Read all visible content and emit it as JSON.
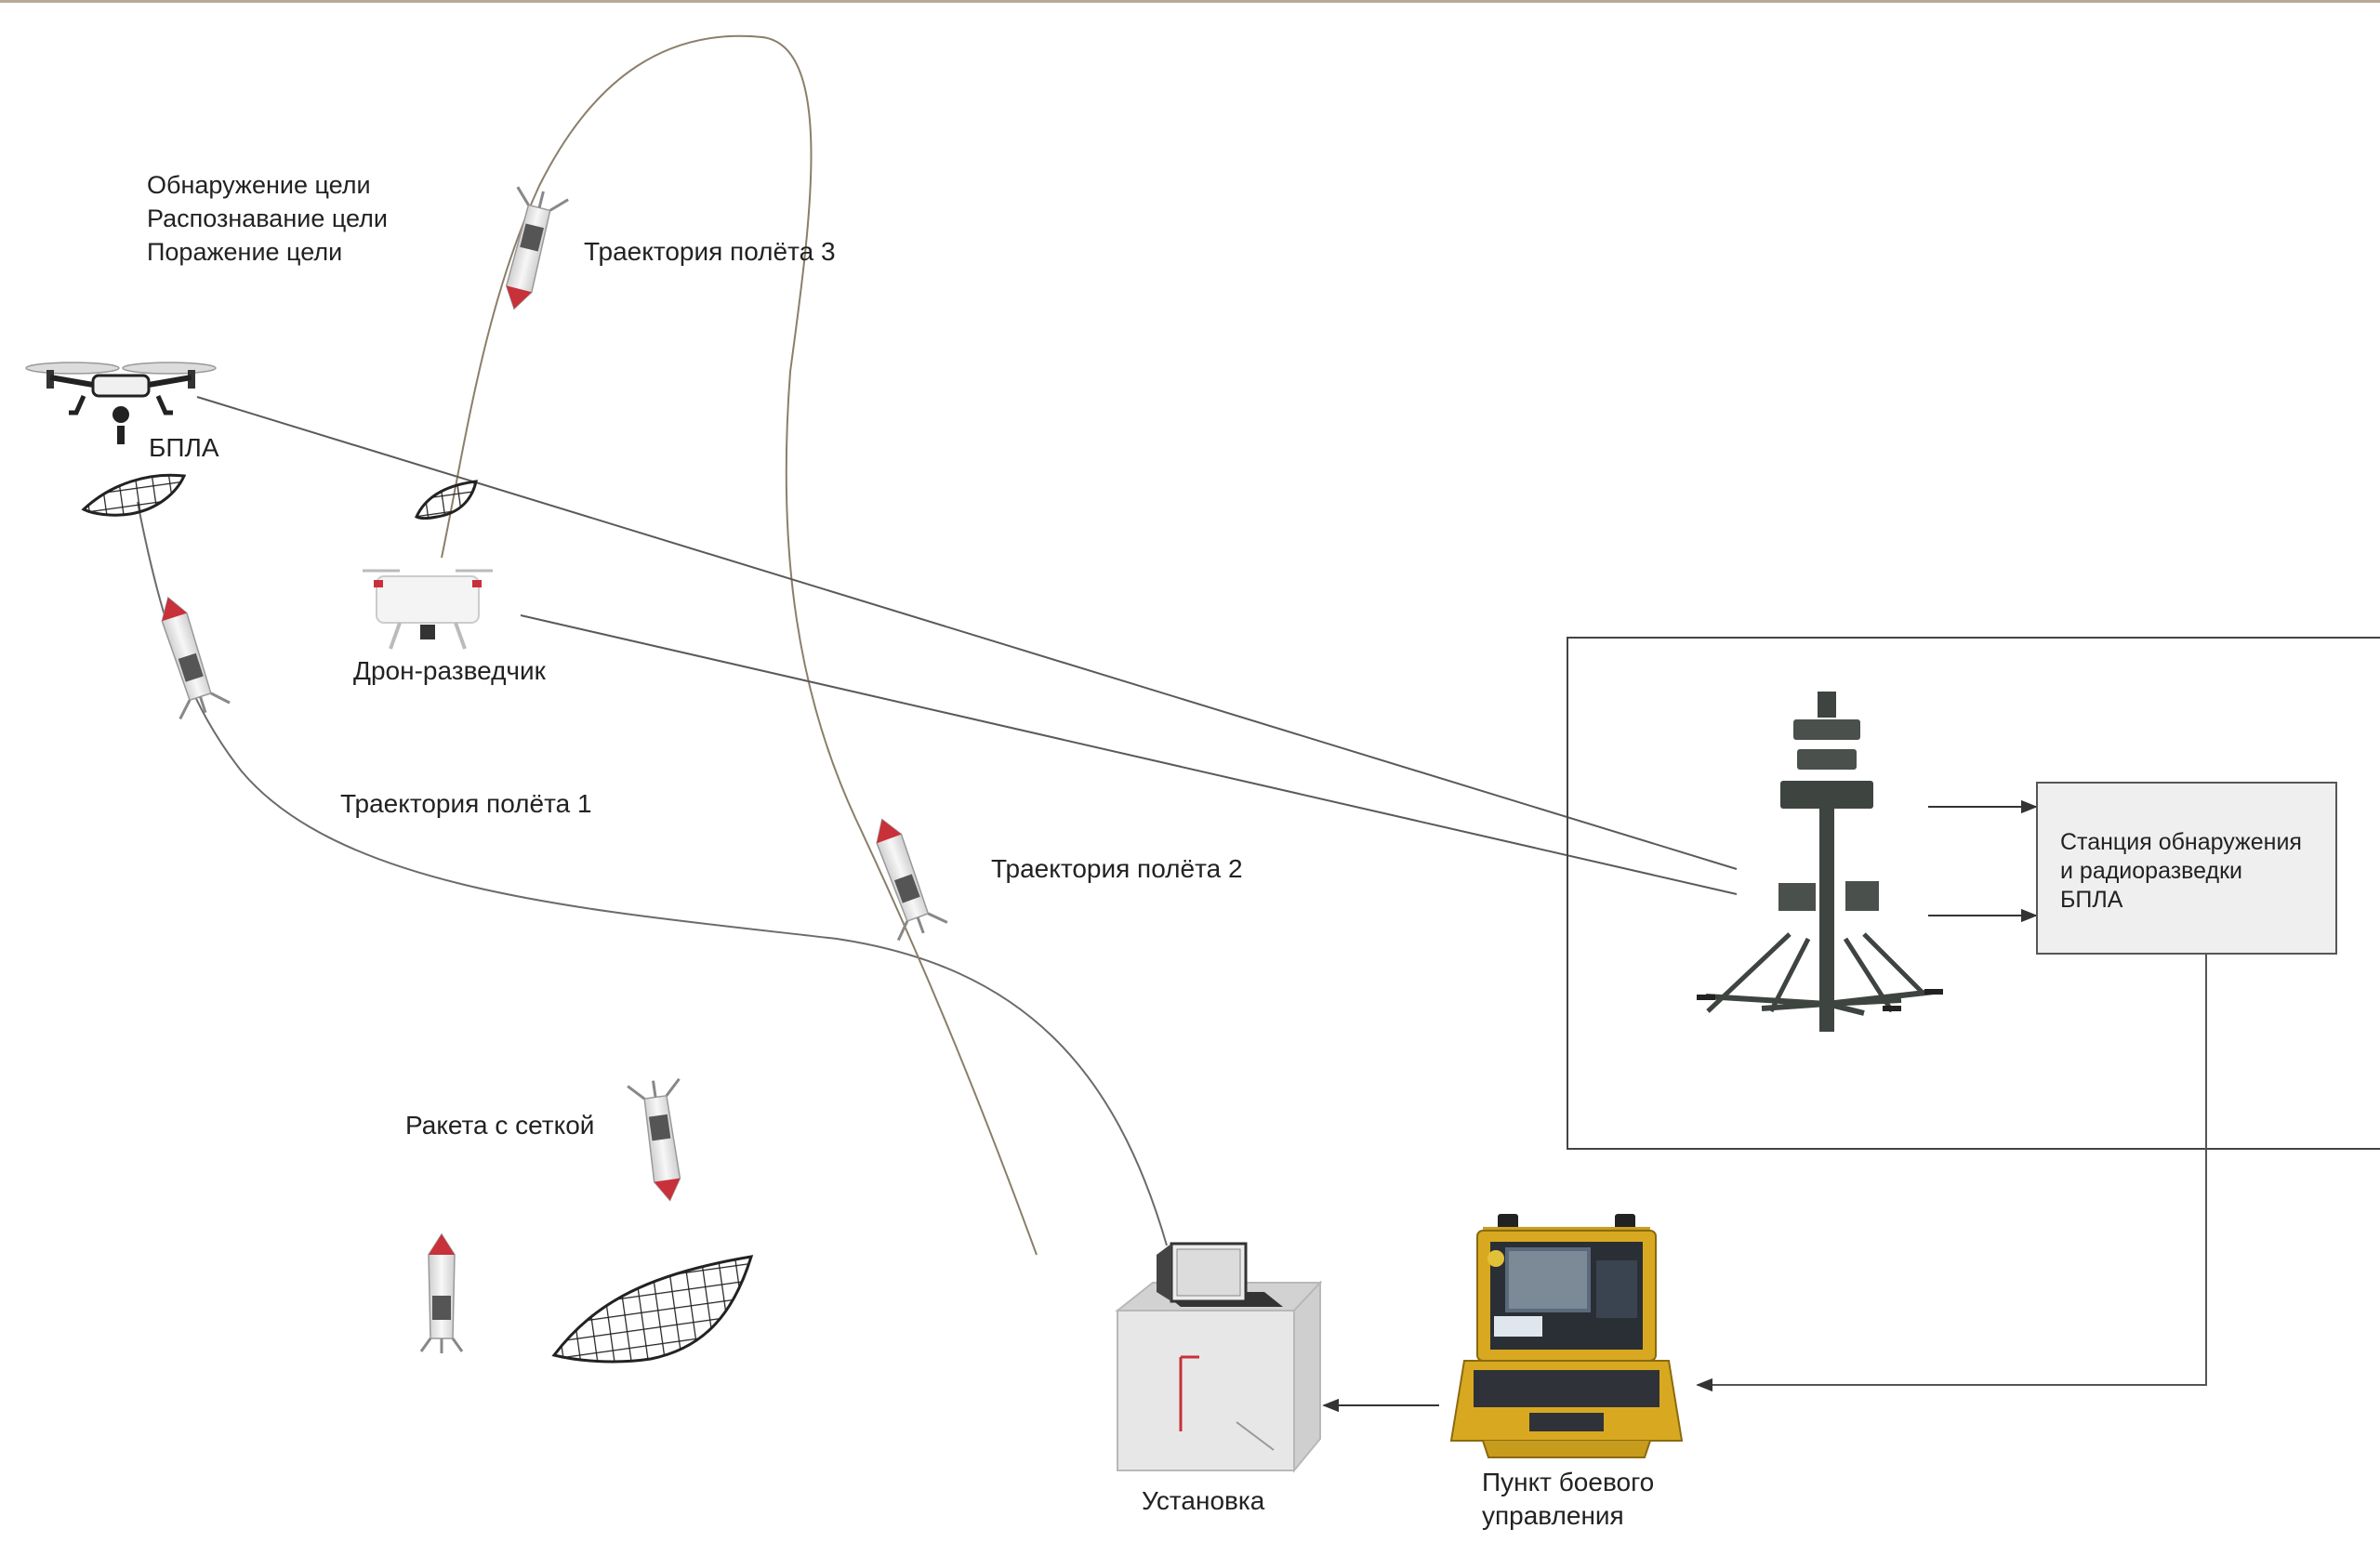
{
  "labels": {
    "detect_lines": [
      "Обнаружение цели",
      "Распознавание цели",
      "Поражение цели"
    ],
    "trajectory_1": "Траектория полёта 1",
    "trajectory_2": "Траектория полёта 2",
    "trajectory_3": "Траектория полёта 3",
    "uav": "БПЛА",
    "scout_drone": "Дрон-разведчик",
    "net_rocket": "Ракета с сеткой",
    "launcher": "Установка",
    "command_post": [
      "Пункт боевого",
      "управления"
    ],
    "station": [
      "Станция обнаружения",
      "и радиоразведки",
      "БПЛА"
    ]
  },
  "colors": {
    "line": "#6b6b6b",
    "rocket_red": "#c8303a",
    "rocket_body": "#e9e9e9",
    "station_box": "#efefef",
    "case_yellow": "#d8a920",
    "mast_dark": "#3e4440",
    "top_rule": "#b9a99a"
  },
  "icons": [
    "quadcopter-icon",
    "net-icon",
    "rocket-icon",
    "scout-drone-icon",
    "radar-mast-icon",
    "launcher-box-icon",
    "control-case-icon"
  ]
}
